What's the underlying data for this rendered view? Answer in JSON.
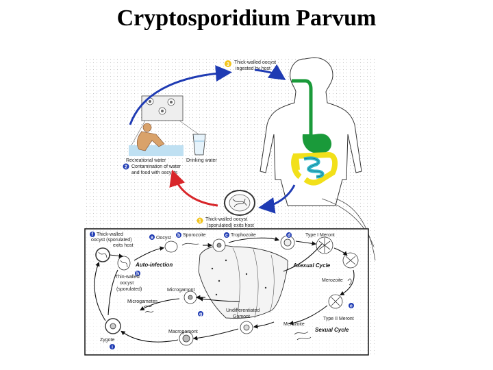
{
  "title": "Cryptosporidium Parvum",
  "colors": {
    "arrow_blue": "#1f3bb3",
    "arrow_red": "#d8262a",
    "gut_green": "#1a9a3a",
    "gut_yellow": "#f2e01a",
    "gut_cyan": "#2fb5c9",
    "step_badge": "#f2c318"
  },
  "stages": {
    "s1": {
      "num": "1",
      "line1": "Thick-walled oocyst",
      "line2": "(sporulated) exits host"
    },
    "s2": {
      "num": "2",
      "line1": "Contamination of water",
      "line2": "and food with oocysts"
    },
    "s3": {
      "num": "3",
      "line1": "Thick-walled oocyst",
      "line2": "ingested by host"
    },
    "recreational": "Recreational water",
    "drinking": "Drinking water"
  },
  "inset": {
    "thick_walled": {
      "num": "f",
      "line1": "Thick-walled",
      "line2": "oocyst (sporulated)",
      "line3": "exits host"
    },
    "oocyst": {
      "num": "a",
      "text": "Oocyst"
    },
    "sporozoite": {
      "num": "b",
      "text": "Sporozoite"
    },
    "trophozoite": {
      "num": "c",
      "text": "Trophozoite"
    },
    "type1": {
      "num": "d",
      "text": "Type I Meront"
    },
    "auto_infection": "Auto-infection",
    "asexual_cycle": "Asexual Cycle",
    "thin_walled": {
      "num": "h",
      "line1": "Thin-walled",
      "line2": "oocyst",
      "line3": "(sporulated)"
    },
    "merozoite_top": "Merozoite",
    "microgamont": "Microgamont",
    "microgametes": "Microgametes",
    "undiff": {
      "line1": "Undifferentiated",
      "line2": "Gamont"
    },
    "type2": {
      "num": "e",
      "text": "Type II Meront"
    },
    "merozoite_bottom": "Merozoite",
    "sexual_cycle": "Sexual Cycle",
    "macrogamont": "Macrogamont",
    "zygote": {
      "num": "i",
      "text": "Zygote"
    },
    "num_g": "g"
  }
}
